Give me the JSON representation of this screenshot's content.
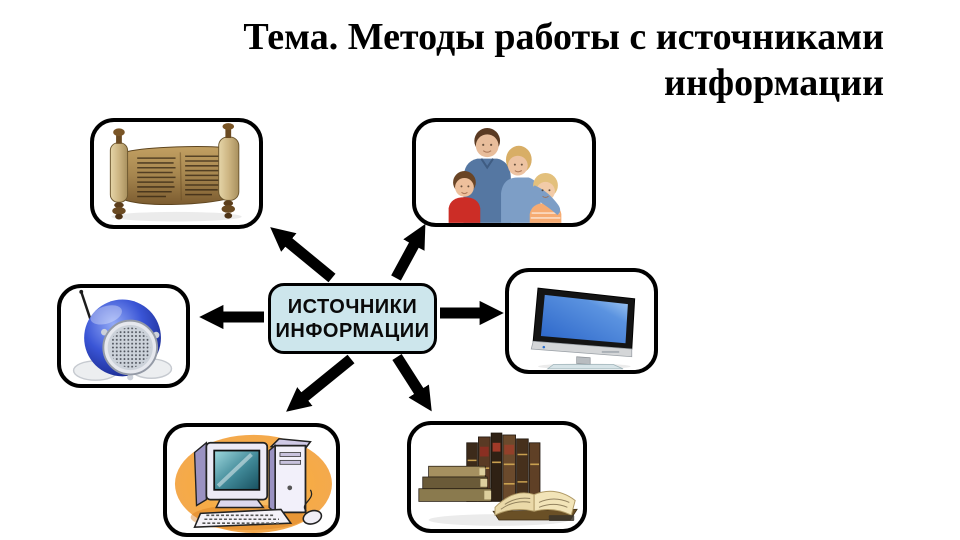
{
  "slide": {
    "background_color": "#ffffff",
    "title": {
      "line1": "Тема. Методы работы с источниками",
      "line2": "информации",
      "color": "#000000"
    },
    "center_node": {
      "line1": "ИСТОЧНИКИ",
      "line2": "ИНФОРМАЦИИ",
      "fill_color": "#cde6ec",
      "border_color": "#000000",
      "text_color": "#0a0a0a"
    },
    "arrow_color": "#000000",
    "node_border_color": "#000000",
    "nodes": [
      {
        "id": "scroll",
        "icon": "scroll-icon"
      },
      {
        "id": "family",
        "icon": "family-photo-icon"
      },
      {
        "id": "radio",
        "icon": "radio-icon"
      },
      {
        "id": "tv",
        "icon": "tv-icon"
      },
      {
        "id": "computer",
        "icon": "computer-icon"
      },
      {
        "id": "books",
        "icon": "books-icon"
      }
    ]
  }
}
